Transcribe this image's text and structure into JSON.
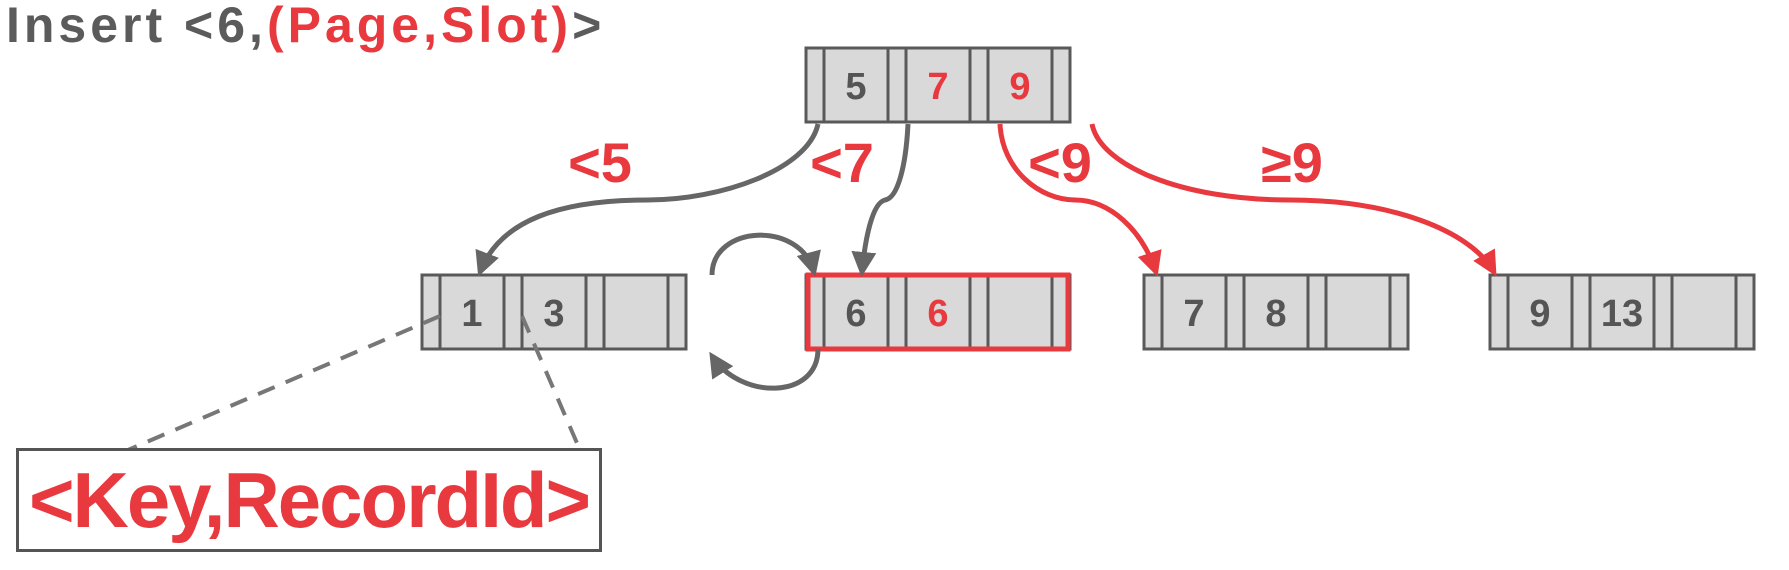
{
  "title": {
    "prefix": "Insert <6,",
    "highlight": "(Page,Slot)",
    "suffix": ">"
  },
  "root": {
    "keys": [
      "5",
      "7",
      "9"
    ],
    "key_colors": [
      "#555555",
      "#e8393f",
      "#e8393f"
    ]
  },
  "leaves": [
    {
      "keys": [
        "1",
        "3",
        ""
      ],
      "highlighted": false,
      "key_colors": [
        "#555555",
        "#555555",
        "#555555"
      ]
    },
    {
      "keys": [
        "6",
        "6",
        ""
      ],
      "highlighted": true,
      "key_colors": [
        "#555555",
        "#e8393f",
        "#555555"
      ]
    },
    {
      "keys": [
        "7",
        "8",
        ""
      ],
      "highlighted": false,
      "key_colors": [
        "#555555",
        "#555555",
        "#555555"
      ]
    },
    {
      "keys": [
        "9",
        "13",
        ""
      ],
      "highlighted": false,
      "key_colors": [
        "#555555",
        "#555555",
        "#555555"
      ]
    }
  ],
  "edge_labels": [
    "<5",
    "<7",
    "<9",
    "≥9"
  ],
  "legend": {
    "text": "<Key,RecordId>"
  },
  "colors": {
    "node_fill": "#d9d9d9",
    "node_stroke": "#595959",
    "accent": "#e8393f",
    "edge_gray": "#666666",
    "dashed": "#777777"
  }
}
